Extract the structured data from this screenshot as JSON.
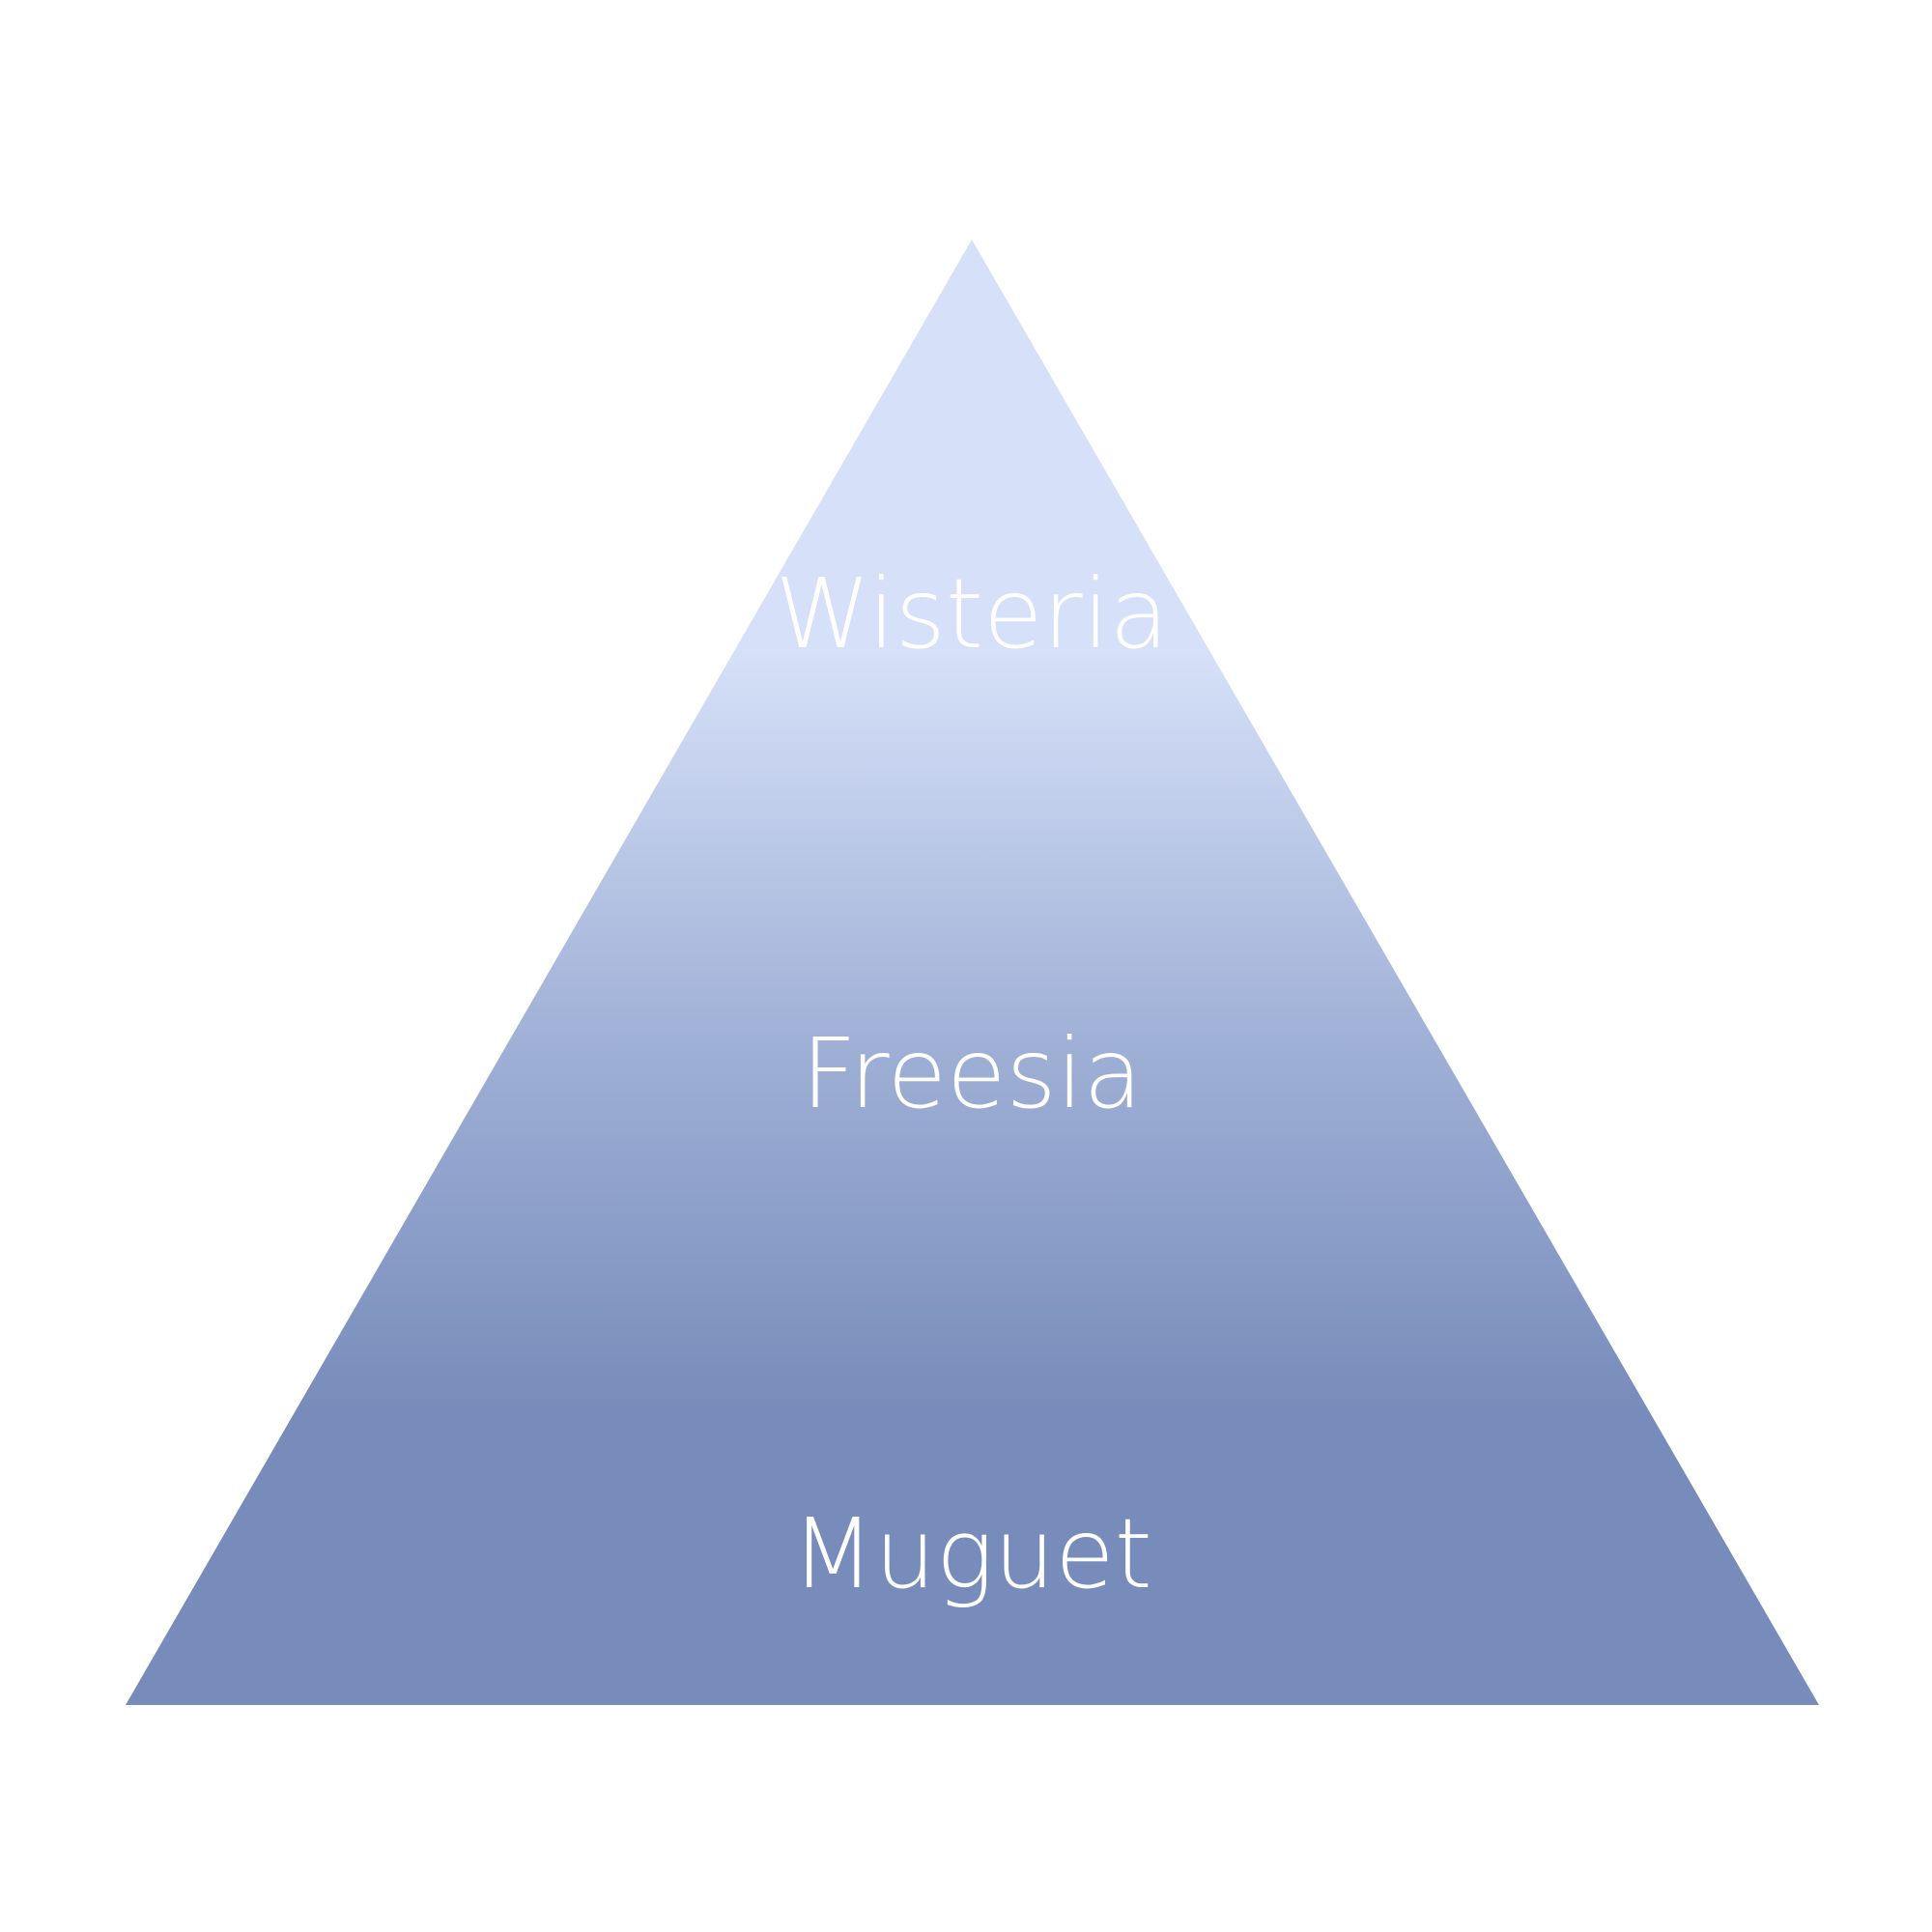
{
  "pyramid": {
    "tiers": [
      {
        "label": "Wisteria"
      },
      {
        "label": "Freesia"
      },
      {
        "label": "Muguet"
      }
    ],
    "colors": {
      "top": "#d6e0f8",
      "middle": "#9fb0d6",
      "bottom": "#778cba",
      "label_text": "#ffffff",
      "background": "#ffffff"
    }
  }
}
